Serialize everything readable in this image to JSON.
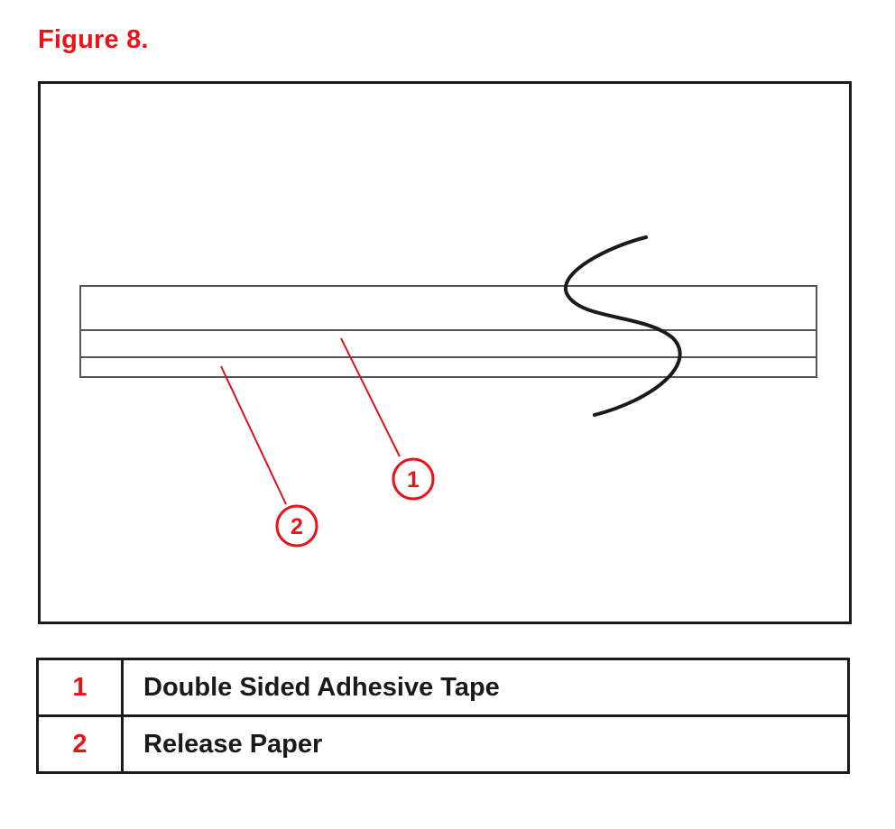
{
  "figure": {
    "title": "Figure 8."
  },
  "diagram": {
    "callouts": [
      {
        "number": "1"
      },
      {
        "number": "2"
      }
    ]
  },
  "legend": {
    "rows": [
      {
        "number": "1",
        "label": "Double Sided Adhesive Tape"
      },
      {
        "number": "2",
        "label": "Release Paper"
      }
    ]
  },
  "colors": {
    "accent": "#e8141c",
    "line": "#1a1a1a"
  }
}
